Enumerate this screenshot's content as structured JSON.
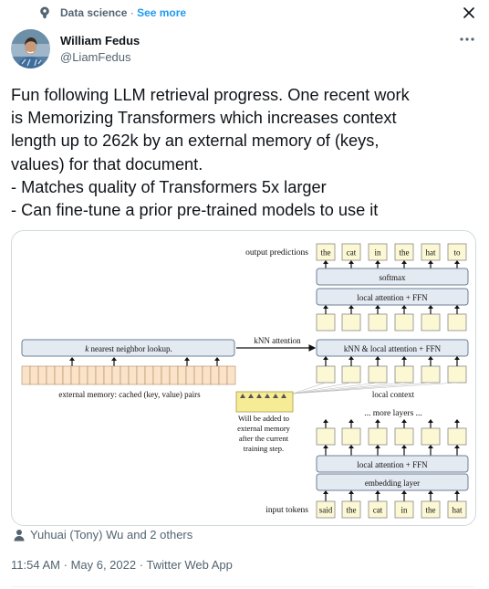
{
  "topic": {
    "label": "Data science",
    "separator": "·",
    "see_more": "See more"
  },
  "author": {
    "name": "William Fedus",
    "handle": "@LiamFedus"
  },
  "tweet": {
    "text": "Fun following LLM retrieval progress. One recent work\nis Memorizing Transformers which increases context\nlength up to 262k by an external memory of (keys,\nvalues) for that document.\n- Matches quality of Transformers 5x larger\n- Can fine-tune a prior pre-trained models to use it"
  },
  "figure": {
    "output_label": "output predictions",
    "output_tokens": [
      "the",
      "cat",
      "in",
      "the",
      "hat",
      "to"
    ],
    "softmax": "softmax",
    "local_attention_top": "local attention + FFN",
    "knn_lookup_k": "k",
    "knn_lookup": "nearest neighbor lookup.",
    "knn_attention": "kNN attention",
    "knn_local_attention": "kNN & local attention + FFN",
    "external_memory": "external memory: cached (key, value) pairs",
    "local_context": "local context",
    "more_layers": "... more layers ...",
    "will_be_added": [
      "Will be added to",
      "external memory",
      "after the current",
      "training step."
    ],
    "local_attention_bottom": "local attention + FFN",
    "embedding": "embedding layer",
    "input_label": "input tokens",
    "input_tokens": [
      "said",
      "the",
      "cat",
      "in",
      "the",
      "hat"
    ]
  },
  "tagged": {
    "text": "Yuhuai (Tony) Wu and 2 others"
  },
  "meta": {
    "time": "11:54 AM",
    "separator": "·",
    "date": "May 6, 2022",
    "source": "Twitter Web App"
  },
  "colors": {
    "accent": "#1d9bf0",
    "secondary": "#536471",
    "memory_cell": "#fbe3c9",
    "token_box": "#fcf8d4",
    "layer_box": "#e4eaf2"
  }
}
